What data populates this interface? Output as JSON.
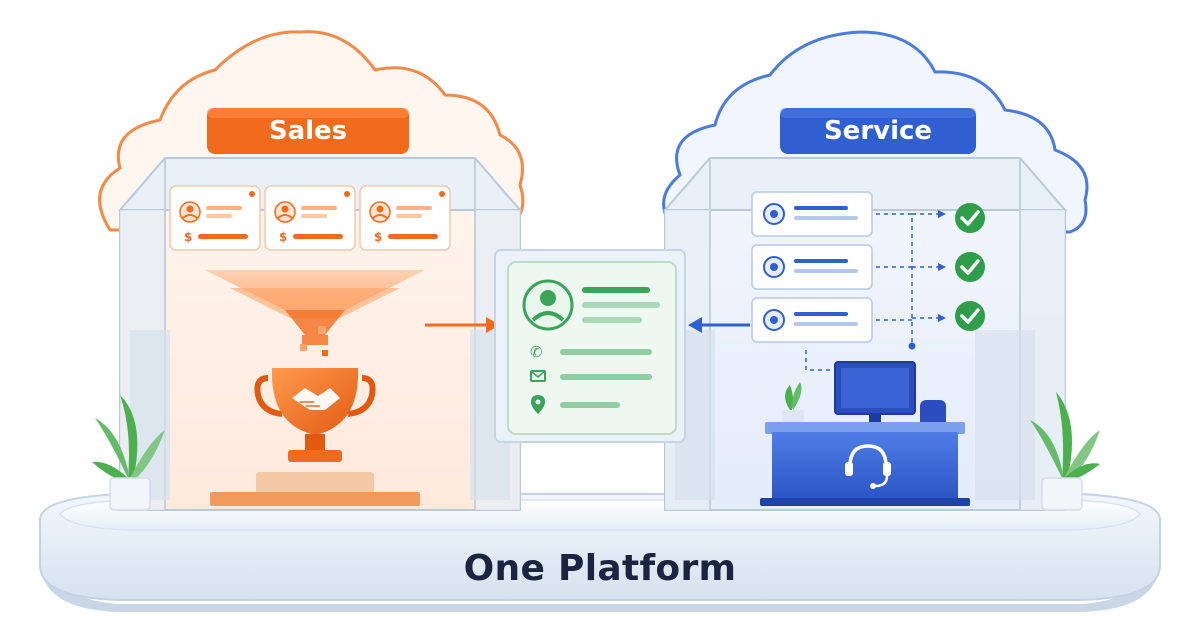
{
  "sales": {
    "label": "Sales",
    "color": "#f26b1d"
  },
  "service": {
    "label": "Service",
    "color": "#2f5fd0"
  },
  "platform": {
    "label": "One Platform"
  },
  "icons": [
    "user-icon",
    "dollar-icon",
    "funnel-icon",
    "trophy-icon",
    "handshake-icon",
    "headset-icon",
    "check-icon",
    "phone-icon",
    "mail-icon",
    "location-pin-icon",
    "monitor-icon",
    "plant-icon"
  ],
  "colors": {
    "accent_green": "#3aa55a",
    "check_green": "#2f9e4a",
    "glass": "#dde7f3"
  }
}
